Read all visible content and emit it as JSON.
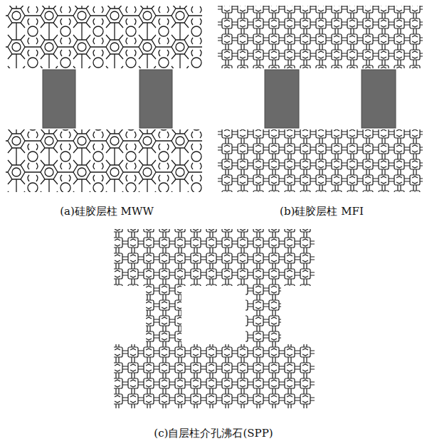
{
  "diagram": {
    "labels": [
      "(a)硅胶层柱 MWW",
      "(b)硅胶层柱 MFI",
      "(c)自层柱介孔沸石(SPP)"
    ]
  }
}
